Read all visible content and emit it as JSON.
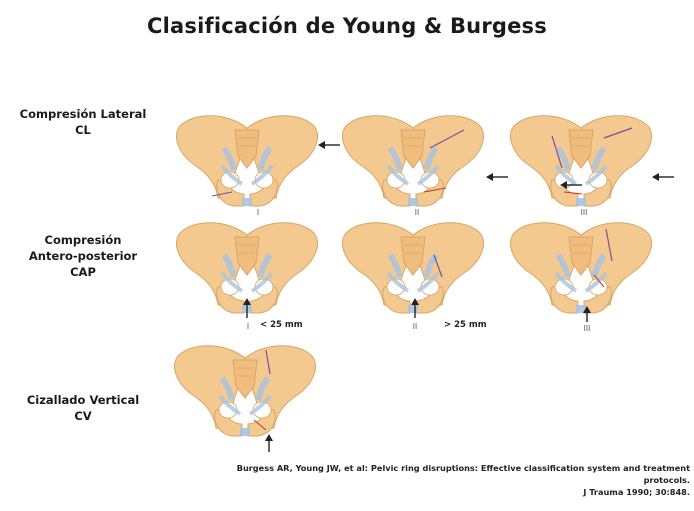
{
  "title": "Clasificación de Young & Burgess",
  "rows": [
    {
      "label_lines": [
        "Compresión Lateral",
        "CL"
      ]
    },
    {
      "label_lines": [
        "Compresión",
        "Antero-posterior",
        "CAP"
      ]
    },
    {
      "label_lines": [
        "Cizallado Vertical",
        "CV"
      ]
    }
  ],
  "types": {
    "cl": [
      "I",
      "II",
      "III"
    ],
    "cap": [
      "I",
      "II",
      "III"
    ]
  },
  "measurements": {
    "lt": "< 25 mm",
    "gt": "> 25 mm"
  },
  "citation": {
    "line1": "Burgess AR, Young JW, et al: Pelvic ring disruptions: Effective classification system and treatment",
    "line2": "protocols.",
    "line3": "J Trauma  1990; 30:848."
  },
  "colors": {
    "bone": "#f3c990",
    "bone_edge": "#d9a566",
    "ligament": "#a9c3e0",
    "vessel": "#7a4f9a",
    "injury": "#c0392b"
  }
}
